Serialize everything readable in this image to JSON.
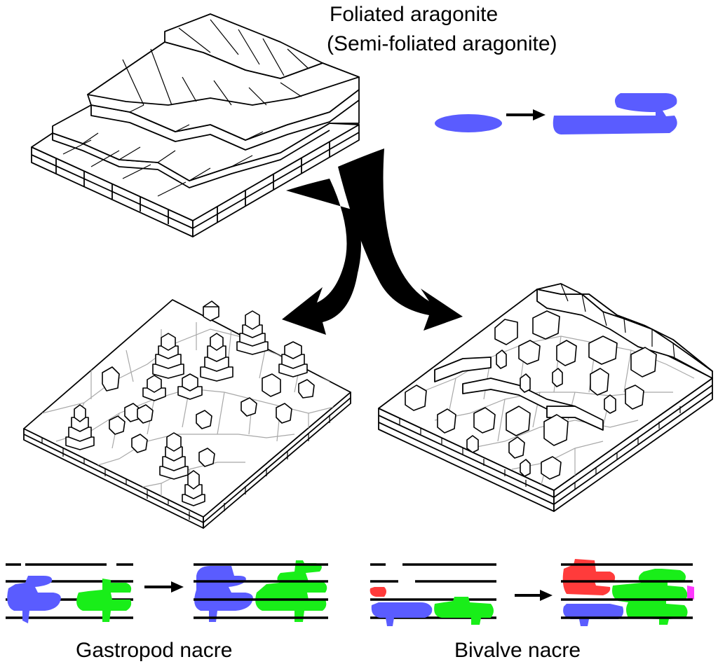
{
  "labels": {
    "foliated": "Foliated aragonite",
    "semi_foliated": "(Semi-foliated aragonite)",
    "gastropod": "Gastropod nacre",
    "bivalve": "Bivalve nacre"
  },
  "colors": {
    "blue": "#5a5cff",
    "green": "#19ee19",
    "red": "#ff3b3b",
    "magenta": "#ff38ff",
    "line": "#000000",
    "cell": "#a8a8a8"
  },
  "icons": [
    "curved-split-arrow-icon",
    "right-arrow-icon"
  ]
}
